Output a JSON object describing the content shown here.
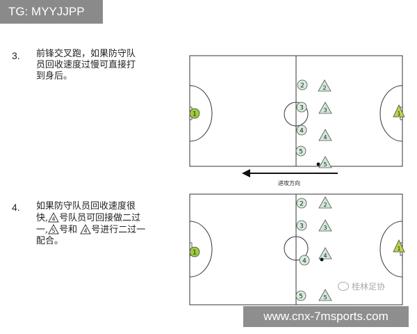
{
  "banner": {
    "text": "TG: MYYJJPP"
  },
  "steps": [
    {
      "number": "3.",
      "lines": [
        "前锋交叉跑，如果防守队",
        "员回收速度过慢可直接打",
        "到身后。"
      ],
      "direction_label": "进攻方向"
    },
    {
      "number": "4.",
      "line1": "如果防守队员回收速度很",
      "line2_a": "快,",
      "line2_tri": "4",
      "line2_b": "号队员可回接做二过",
      "line3_a": "一,",
      "line3_tri": "5",
      "line3_b": "号和",
      "line3_tri2": "4",
      "line3_c": "号进行二过一",
      "line4": "配合。"
    }
  ],
  "diagrams": [
    {
      "goalkeeper_left": "1",
      "goalkeeper_right": "1",
      "circles": [
        "2",
        "3",
        "4",
        "5"
      ],
      "triangles": [
        "2",
        "3",
        "4",
        "5"
      ]
    },
    {
      "goalkeeper_left": "1",
      "goalkeeper_right": "1",
      "circles": [
        "2",
        "3",
        "4",
        "5"
      ],
      "triangles": [
        "2",
        "3",
        "4",
        "5"
      ]
    }
  ],
  "watermark": {
    "club": "桂林足协"
  },
  "site": {
    "text": "www.cnx-7msports.com"
  },
  "colors": {
    "circle_fill": "#d6ecdc",
    "gk_fill": "#9ccc3c",
    "triangle_fill": "#cfe8d8",
    "banner_bg": "#8a8a8a"
  }
}
